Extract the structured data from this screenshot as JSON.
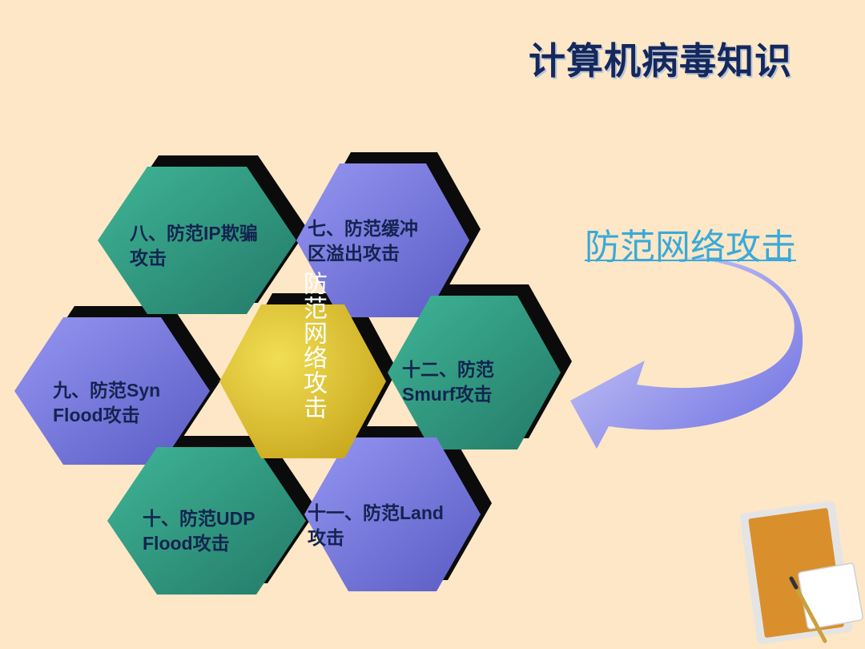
{
  "slide": {
    "title": "计算机病毒知识",
    "link_text": "防范网络攻击"
  },
  "diagram": {
    "center_label": "防范网络攻击",
    "hexagons": [
      {
        "id": "hex-8",
        "lines": [
          "八、防范IP欺骗",
          "攻击"
        ],
        "color": "#2f9e86"
      },
      {
        "id": "hex-7",
        "lines": [
          "七、防范缓冲",
          "区溢出攻击"
        ],
        "color": "#7f80e6"
      },
      {
        "id": "hex-9",
        "lines": [
          "九、防范Syn",
          "Flood攻击"
        ],
        "color": "#7f80e6"
      },
      {
        "id": "hex-12",
        "lines": [
          "十二、防范",
          "Smurf攻击"
        ],
        "color": "#2f9e86"
      },
      {
        "id": "hex-10",
        "lines": [
          "十、防范UDP",
          "Flood攻击"
        ],
        "color": "#2f9e86"
      },
      {
        "id": "hex-11",
        "lines": [
          "十一、防范Land",
          "攻击"
        ],
        "color": "#7f80e6"
      }
    ],
    "center_color": "#e2c72a"
  }
}
